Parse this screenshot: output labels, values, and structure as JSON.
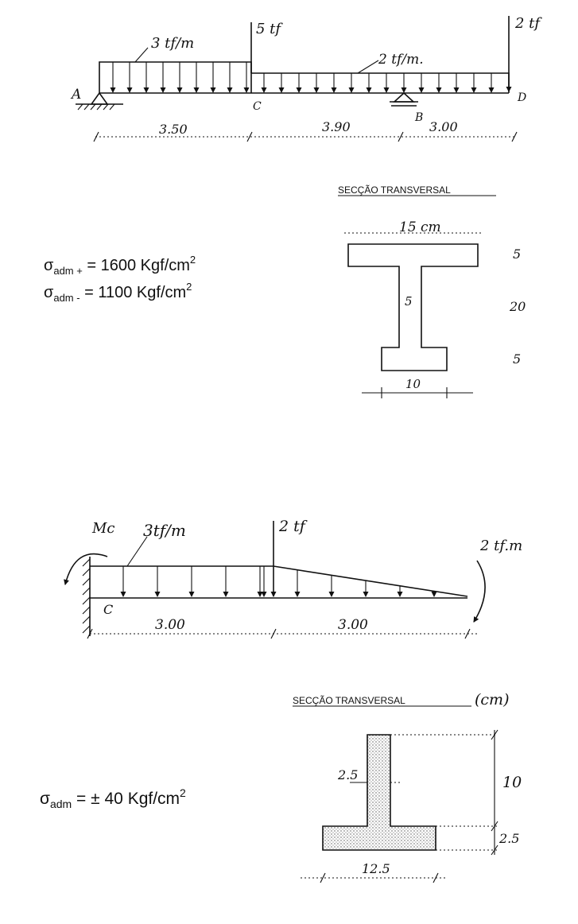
{
  "problem1": {
    "beam": {
      "load_left": "3 tf/m",
      "point_load_c": "5 tf",
      "load_right": "2 tf/m.",
      "point_load_d": "2 tf",
      "node_a": "A",
      "node_b": "B",
      "node_c": "C",
      "node_d": "D",
      "span_ac": "3.50",
      "span_cb": "3.90",
      "span_bd": "3.00"
    },
    "section": {
      "title": "SECÇÃO TRANSVERSAL",
      "top_flange_width": "15 cm",
      "top_flange_height": "5",
      "web_height": "20",
      "web_width": "5",
      "bottom_flange_height": "5",
      "bottom_flange_width": "10"
    },
    "stress": {
      "sym": "σ",
      "sub_plus": "adm +",
      "value_plus": " = 1600 Kgf/cm",
      "sub_minus": "adm -",
      "value_minus": " = 1100 Kgf/cm",
      "exp": "2"
    }
  },
  "problem2": {
    "beam": {
      "moment_reaction": "Mc",
      "load_uniform": "3tf/m",
      "point_load": "2 tf",
      "end_moment": "2 tf.m",
      "node_c": "C",
      "span_1": "3.00",
      "span_2": "3.00"
    },
    "section": {
      "title": "SECÇÃO TRANSVERSAL",
      "unit": "(cm)",
      "web_width": "2.5",
      "web_height": "10",
      "flange_height": "2.5",
      "flange_width": "12.5"
    },
    "stress": {
      "sym": "σ",
      "sub": "adm",
      "value": " = ± 40 Kgf/cm",
      "exp": "2"
    }
  }
}
